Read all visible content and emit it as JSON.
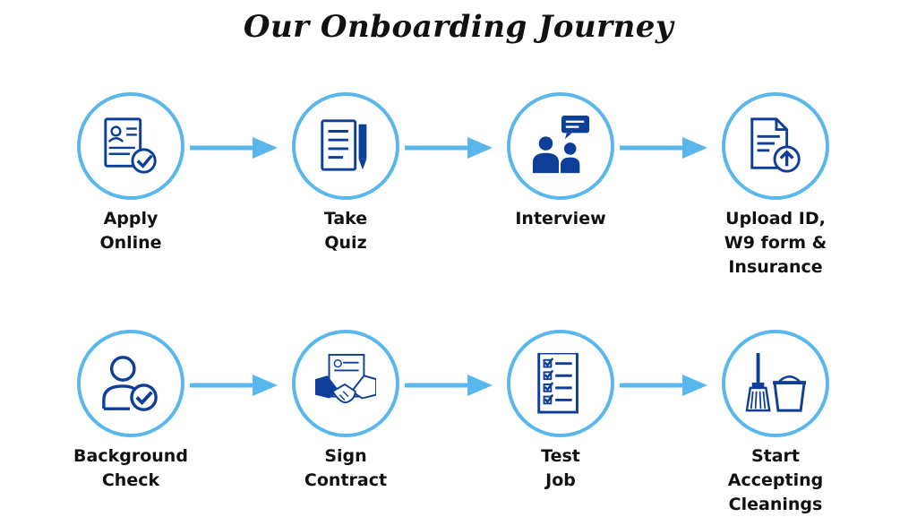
{
  "title": "Our Onboarding Journey",
  "colors": {
    "accent": "#5ab7ee",
    "icon": "#0d3f99",
    "text": "#111111"
  },
  "rows": [
    {
      "steps": [
        {
          "label": "Apply\nOnline",
          "icon": "resume-check-icon"
        },
        {
          "label": "Take\nQuiz",
          "icon": "checklist-pen-icon"
        },
        {
          "label": "Interview",
          "icon": "interview-chat-icon"
        },
        {
          "label": "Upload ID,\nW9 form &\nInsurance",
          "icon": "document-upload-icon"
        }
      ]
    },
    {
      "steps": [
        {
          "label": "Background\nCheck",
          "icon": "user-check-icon"
        },
        {
          "label": "Sign\nContract",
          "icon": "handshake-contract-icon"
        },
        {
          "label": "Test\nJob",
          "icon": "checklist-icon"
        },
        {
          "label": "Start\nAccepting\nCleanings",
          "icon": "broom-bucket-icon"
        }
      ]
    }
  ]
}
